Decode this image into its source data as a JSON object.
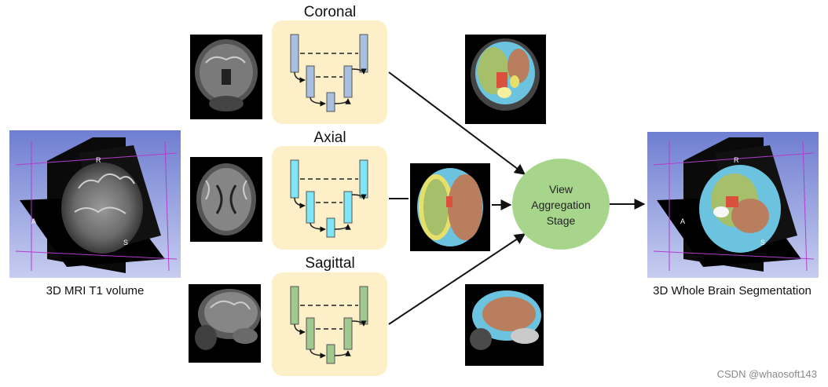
{
  "input_label": "3D MRI T1 volume",
  "output_label": "3D Whole Brain Segmentation",
  "volume_axis_letters": {
    "r": "R",
    "a": "A",
    "s": "S"
  },
  "views": [
    {
      "id": "coronal",
      "title": "Coronal",
      "color": "#a9bfe0"
    },
    {
      "id": "axial",
      "title": "Axial",
      "color": "#7fe6f7"
    },
    {
      "id": "sagittal",
      "title": "Sagittal",
      "color": "#9fc98f"
    }
  ],
  "aggregation": {
    "line1": "View",
    "line2": "Aggregation",
    "line3": "Stage",
    "color": "#a8d58c"
  },
  "watermark": "CSDN @whaosoft143",
  "colors": {
    "panel": "#fdf0c8",
    "volume_bg": "#8e98da",
    "seg_green": "#a6bf6a",
    "seg_brown": "#b87e5e",
    "seg_blue": "#6cc3df",
    "seg_yellow": "#e6e06a",
    "seg_red": "#d9503c"
  }
}
